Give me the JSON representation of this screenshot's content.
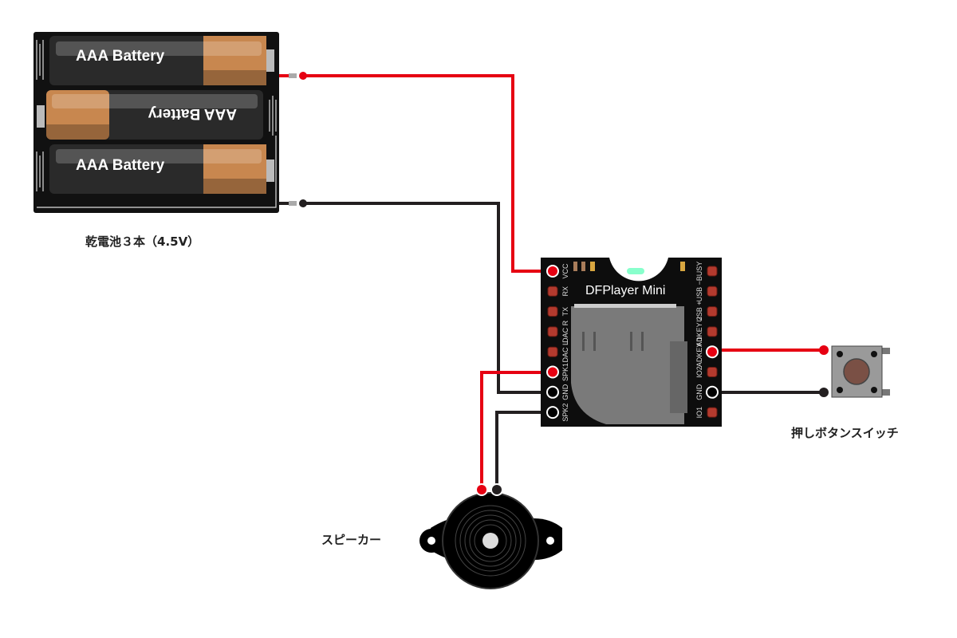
{
  "battery_pack": {
    "label": "乾電池３本（4.5V）",
    "cells": [
      {
        "text": "AAA Battery",
        "orientation": "normal"
      },
      {
        "text": "AAA Battery",
        "orientation": "flipped"
      },
      {
        "text": "AAA Battery",
        "orientation": "normal"
      }
    ]
  },
  "module": {
    "title": "DFPlayer Mini",
    "left_pins": [
      "VCC",
      "RX",
      "TX",
      "DAC R",
      "DAC L",
      "SPK1",
      "GND",
      "SPK2"
    ],
    "right_pins": [
      "BUSY",
      "USB −",
      "USB +",
      "ADKEY 2",
      "ADKEY 1",
      "IO2",
      "GND",
      "IO1"
    ]
  },
  "switch": {
    "label": "押しボタンスイッチ"
  },
  "speaker": {
    "label": "スピーカー"
  },
  "wires": [
    {
      "from": "battery+",
      "to": "VCC",
      "color": "#e60012"
    },
    {
      "from": "battery-",
      "to": "GND",
      "color": "#231f20"
    },
    {
      "from": "SPK1",
      "to": "speaker+",
      "color": "#e60012"
    },
    {
      "from": "SPK2",
      "to": "speaker-",
      "color": "#231f20"
    },
    {
      "from": "ADKEY 1",
      "to": "switch",
      "color": "#e60012"
    },
    {
      "from": "GND",
      "to": "switch",
      "color": "#231f20"
    }
  ],
  "colors": {
    "red_wire": "#e60012",
    "black_wire": "#231f20",
    "board": "#0d0d0d",
    "pad": "#b33a2e"
  }
}
